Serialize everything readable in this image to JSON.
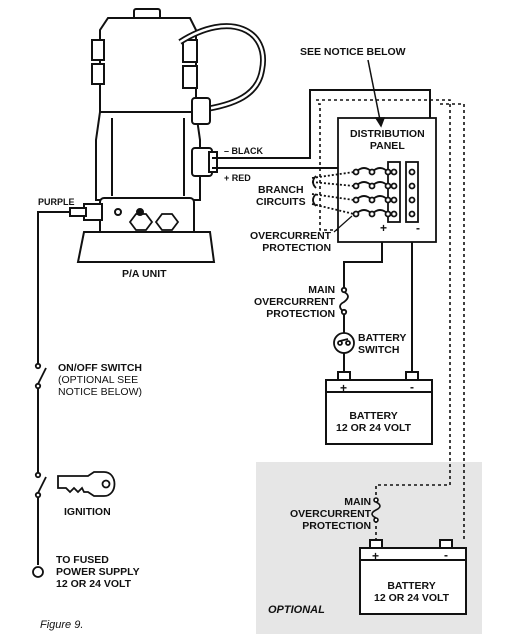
{
  "labels": {
    "notice": "SEE NOTICE BELOW",
    "distribution_panel": "DISTRIBUTION\nPANEL",
    "black": "– BLACK",
    "red": "+ RED",
    "purple": "PURPLE",
    "branch_circuits": "BRANCH\nCIRCUITS",
    "overcurrent_protection": "OVERCURRENT\nPROTECTION",
    "pa_unit": "P/A UNIT",
    "main_overcurrent": "MAIN\nOVERCURRENT\nPROTECTION",
    "battery_switch": "BATTERY\nSWITCH",
    "battery_top": "BATTERY\n12 OR 24 VOLT",
    "onoff_switch": "ON/OFF SWITCH",
    "onoff_note": "(OPTIONAL SEE\nNOTICE BELOW)",
    "ignition": "IGNITION",
    "fused_supply": "TO FUSED\nPOWER SUPPLY\n12 OR 24 VOLT",
    "main_overcurrent_optional": "MAIN\nOVERCURRENT\nPROTECTION",
    "battery_bottom": "BATTERY\n12 OR 24 VOLT",
    "optional": "OPTIONAL",
    "figure": "Figure 9.",
    "panel_plus": "+",
    "panel_minus": "-",
    "bat1_plus": "+",
    "bat1_minus": "-",
    "bat2_plus": "+",
    "bat2_minus": "-"
  },
  "colors": {
    "line": "#111111",
    "optional_bg": "#e6e6e6",
    "unit_fill": "#ffffff"
  }
}
